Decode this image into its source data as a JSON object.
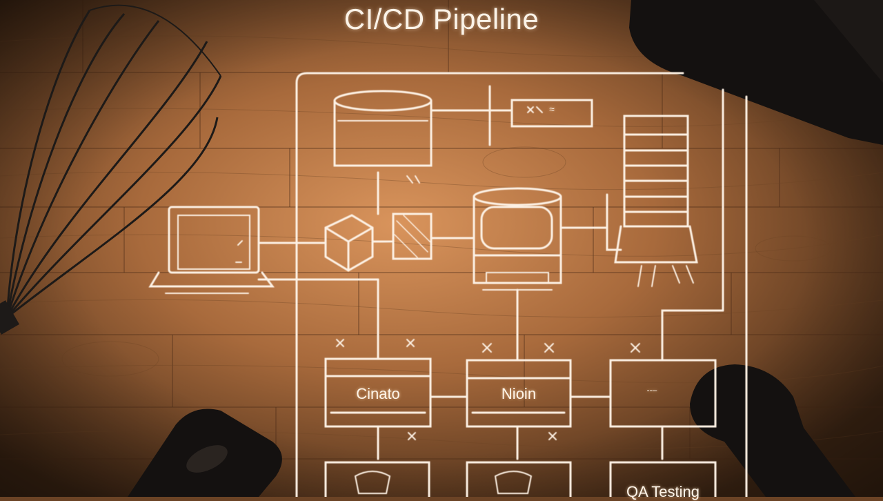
{
  "diagram": {
    "title": "CI/CD Pipeline",
    "nodes": [
      {
        "id": "source-db",
        "label": ""
      },
      {
        "id": "tag-box",
        "label": "≈"
      },
      {
        "id": "server-rack",
        "label": ""
      },
      {
        "id": "laptop",
        "label": ""
      },
      {
        "id": "build-cube",
        "label": ""
      },
      {
        "id": "container",
        "label": ""
      },
      {
        "id": "stage-1",
        "label": "Cinato"
      },
      {
        "id": "stage-2",
        "label": "Nioin"
      },
      {
        "id": "stage-3",
        "label": "‐‑‒"
      },
      {
        "id": "qa-testing",
        "label": "QA Testing"
      }
    ]
  },
  "colors": {
    "line": "#fdf1e4",
    "wood_dark": "#5a381f",
    "wood_light": "#c08a5c",
    "utensil": "#151210"
  }
}
